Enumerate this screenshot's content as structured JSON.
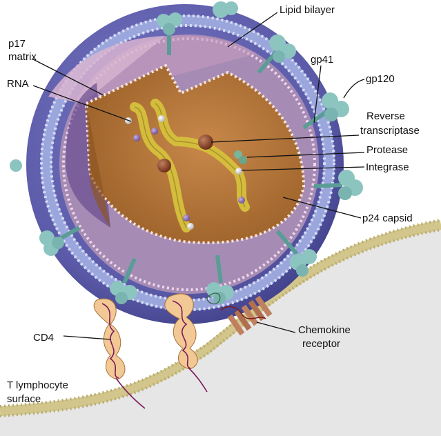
{
  "labels": {
    "lipid_bilayer": "Lipid bilayer",
    "p17_line1": "p17",
    "p17_line2": "matrix",
    "rna": "RNA",
    "gp41": "gp41",
    "gp120": "gp120",
    "rt_line1": "Reverse",
    "rt_line2": "transcriptase",
    "protease": "Protease",
    "integrase": "Integrase",
    "p24": "p24 capsid",
    "cd4": "CD4",
    "chemokine_line1": "Chemokine",
    "chemokine_line2": "receptor",
    "tcell_line1": "T lymphocyte",
    "tcell_line2": "surface"
  },
  "colors": {
    "envelope_outer": "#5a5aa8",
    "envelope_dark": "#3d3d86",
    "bilayer_head": "#bcc6ec",
    "matrix_fill": "#c09ab8",
    "capsid_fill": "#b4763a",
    "capsid_dark": "#8e5624",
    "rna_strand": "#d4bc3c",
    "glycoprotein": "#8cc4c0",
    "cd4_fill": "#f2c894",
    "cell_fill": "#e6e6e6",
    "cell_membrane": "#d2c68c",
    "receptor": "#c08060"
  }
}
